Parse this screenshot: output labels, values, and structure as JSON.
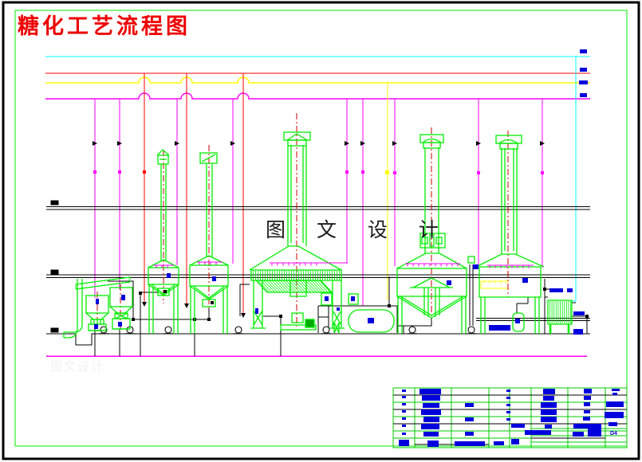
{
  "title": {
    "text": "糖化工艺流程图",
    "color": "#ee0000"
  },
  "center_watermark": {
    "text": "图 文 设 计",
    "color": "#1a1a1a"
  },
  "faint_watermark": {
    "text": "图文设计"
  },
  "table": {
    "d4_label": "D4"
  },
  "colors": {
    "pipe_cyan": "#00ffff",
    "pipe_red": "#ff0000",
    "pipe_yellow": "#ffff00",
    "pipe_magenta": "#ff00ff",
    "equipment_green": "#00ee00",
    "centerline_red": "#cc0000",
    "label_blue": "#0000dd",
    "line_black": "#000000"
  },
  "redactions": {
    "pipe_end_labels": [
      [
        727,
        62,
        9,
        5
      ],
      [
        727,
        85,
        9,
        5
      ],
      [
        726,
        101,
        11,
        5
      ],
      [
        727,
        117,
        9,
        5
      ]
    ],
    "equipment_labels": [
      [
        120,
        375,
        4,
        7
      ],
      [
        118,
        407,
        5,
        6
      ],
      [
        152,
        370,
        5,
        7
      ],
      [
        148,
        404,
        5,
        6
      ],
      [
        209,
        343,
        5,
        6
      ],
      [
        266,
        347,
        5,
        6
      ],
      [
        320,
        387,
        4,
        7
      ],
      [
        407,
        372,
        5,
        6
      ],
      [
        440,
        372,
        5,
        6
      ],
      [
        422,
        386,
        4,
        4
      ],
      [
        461,
        399,
        8,
        7
      ],
      [
        560,
        352,
        6,
        6
      ],
      [
        593,
        332,
        7,
        6
      ],
      [
        655,
        349,
        7,
        6
      ],
      [
        646,
        400,
        6,
        6
      ],
      [
        613,
        408,
        27,
        7
      ],
      [
        689,
        362,
        17,
        5
      ],
      [
        711,
        362,
        7,
        5
      ],
      [
        719,
        391,
        14,
        5
      ],
      [
        719,
        413,
        12,
        7
      ]
    ],
    "table_bars": [
      [
        504,
        489,
        5,
        3
      ],
      [
        504,
        497,
        5,
        3
      ],
      [
        504,
        506,
        5,
        3
      ],
      [
        504,
        515,
        5,
        3
      ],
      [
        504,
        524,
        5,
        3
      ],
      [
        504,
        533,
        5,
        3
      ],
      [
        504,
        543,
        5,
        3
      ],
      [
        500,
        552,
        13,
        8
      ],
      [
        526,
        488,
        27,
        7
      ],
      [
        529,
        496,
        23,
        7
      ],
      [
        530,
        506,
        21,
        6
      ],
      [
        528,
        514,
        25,
        7
      ],
      [
        531,
        523,
        20,
        7
      ],
      [
        528,
        532,
        23,
        7
      ],
      [
        531,
        542,
        19,
        6
      ],
      [
        536,
        553,
        14,
        8
      ],
      [
        583,
        506,
        11,
        5
      ],
      [
        583,
        524,
        11,
        5
      ],
      [
        583,
        542,
        11,
        5
      ],
      [
        570,
        554,
        38,
        6
      ],
      [
        619,
        554,
        13,
        5
      ],
      [
        635,
        489,
        5,
        3
      ],
      [
        635,
        498,
        5,
        3
      ],
      [
        635,
        507,
        5,
        3
      ],
      [
        635,
        516,
        5,
        3
      ],
      [
        635,
        525,
        5,
        3
      ],
      [
        641,
        532,
        17,
        5
      ],
      [
        641,
        551,
        10,
        7
      ],
      [
        681,
        488,
        15,
        7
      ],
      [
        681,
        497,
        14,
        6
      ],
      [
        678,
        505,
        20,
        7
      ],
      [
        678,
        514,
        20,
        7
      ],
      [
        678,
        523,
        20,
        7
      ],
      [
        683,
        533,
        9,
        5
      ],
      [
        658,
        540,
        33,
        6
      ],
      [
        719,
        532,
        35,
        6
      ],
      [
        737,
        538,
        17,
        10
      ],
      [
        718,
        542,
        14,
        6
      ],
      [
        732,
        488,
        10,
        6
      ],
      [
        732,
        497,
        9,
        5
      ],
      [
        732,
        505,
        8,
        5
      ],
      [
        732,
        515,
        8,
        4
      ],
      [
        731,
        523,
        9,
        5
      ],
      [
        732,
        533,
        8,
        4
      ],
      [
        767,
        488,
        10,
        3
      ],
      [
        768,
        493,
        6,
        3
      ],
      [
        760,
        504,
        22,
        7
      ],
      [
        758,
        517,
        24,
        8
      ],
      [
        763,
        530,
        11,
        5
      ]
    ]
  }
}
